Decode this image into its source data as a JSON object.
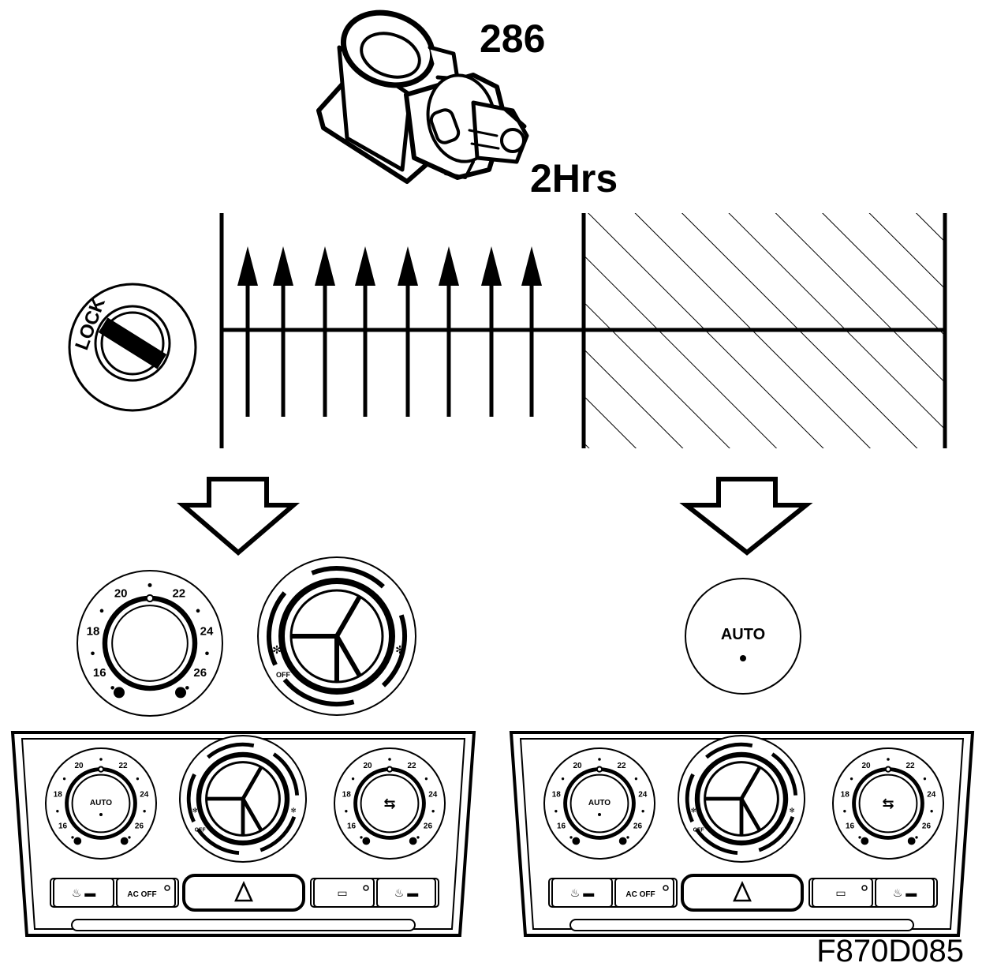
{
  "figure": {
    "part_number": "286",
    "duration": "2Hrs",
    "figure_code": "F870D085",
    "lock_label": "LOCK"
  },
  "temp_dial": {
    "ticks": [
      "16",
      "18",
      "20",
      "22",
      "24",
      "26"
    ]
  },
  "fan_dial": {
    "off_label": "OFF"
  },
  "auto_button": {
    "label": "AUTO"
  },
  "panels": [
    {
      "left_dial_label": "AUTO",
      "fan_off_label": "OFF",
      "ac_button_label": "AC OFF",
      "temp_ticks": [
        "16",
        "18",
        "20",
        "22",
        "24",
        "26"
      ]
    },
    {
      "left_dial_label": "AUTO",
      "fan_off_label": "OFF",
      "ac_button_label": "AC OFF",
      "temp_ticks": [
        "16",
        "18",
        "20",
        "22",
        "24",
        "26"
      ]
    }
  ],
  "colors": {
    "ink": "#000000",
    "paper": "#ffffff"
  }
}
